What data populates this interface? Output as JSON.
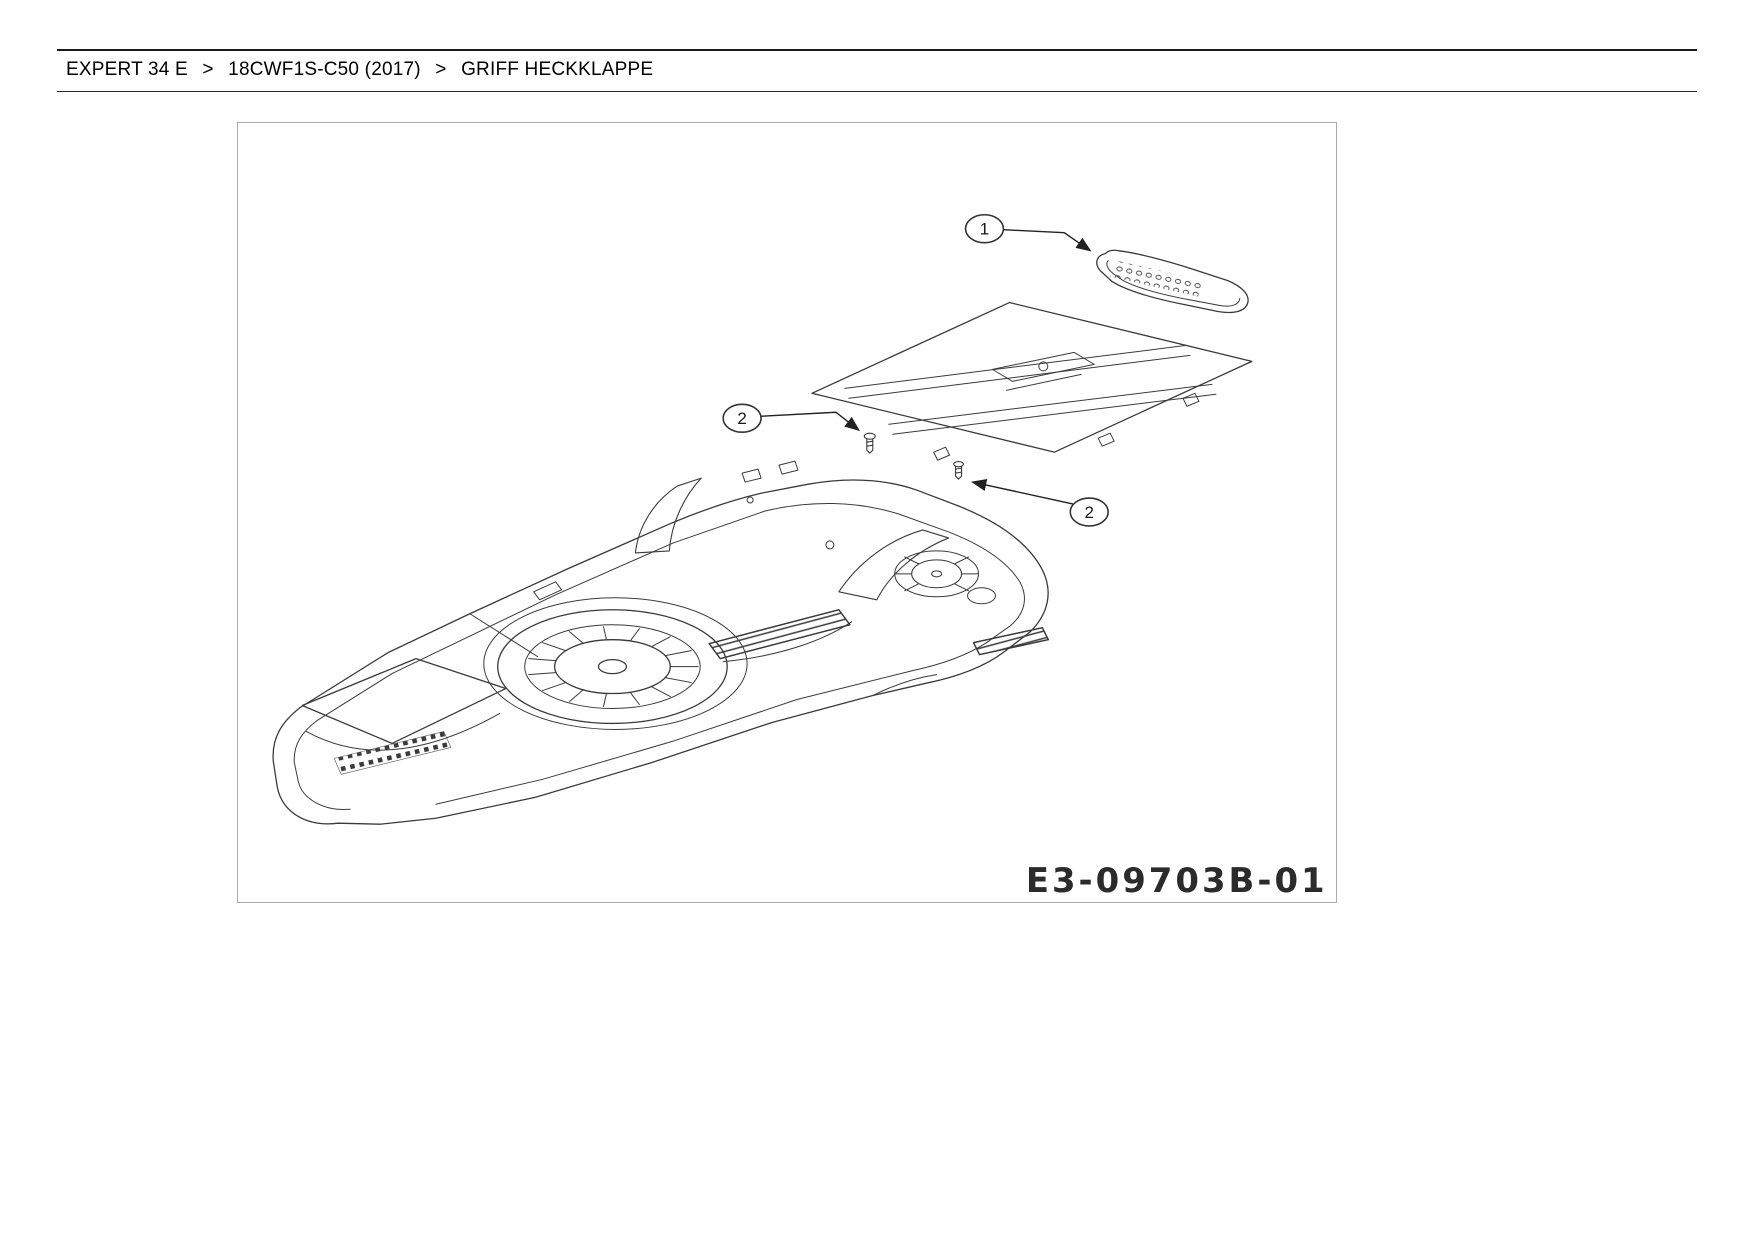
{
  "colors": {
    "diagram_border": "#ababab",
    "line_art": "#3a3a3a",
    "text": "#000000"
  },
  "breadcrumb": {
    "separator": ">",
    "items": [
      "EXPERT 34 E",
      "18CWF1S-C50 (2017)",
      "GRIFF HECKKLAPPE"
    ]
  },
  "diagram": {
    "drawing_number": "E3-09703B-01",
    "callouts": [
      "1",
      "2",
      "2"
    ]
  }
}
